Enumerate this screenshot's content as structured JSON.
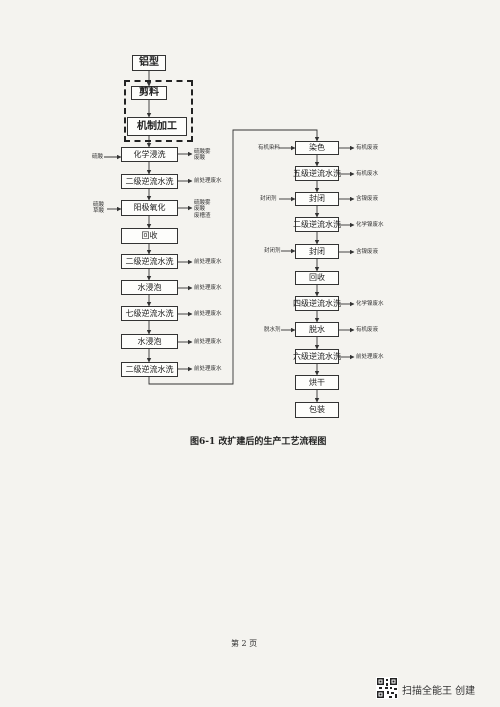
{
  "flow_left": {
    "raw_material": "铝型",
    "pre_steps": [
      "剪料",
      "机制加工"
    ],
    "steps": [
      "化学浸洗",
      "二级逆流水洗",
      "阳极氧化",
      "回收",
      "二级逆流水洗",
      "水浸泡",
      "七级逆流水洗",
      "水浸泡",
      "二级逆流水洗"
    ]
  },
  "flow_right": {
    "steps": [
      "染色",
      "五级逆流水洗",
      "封闭",
      "二级逆流水洗",
      "封闭",
      "回收",
      "四级逆流水洗",
      "脱水",
      "六级逆流水洗",
      "烘干",
      "包装"
    ]
  },
  "annotations_left": {
    "in_chem": "硫酸",
    "out_chem": [
      "硫酸雾",
      "废酸"
    ],
    "out_wash1": "前处理废水",
    "in_anod": [
      "硫酸",
      "草酸"
    ],
    "out_anod": [
      "硫酸雾",
      "废酸",
      "废槽渣"
    ],
    "out_wash2": "前处理废水",
    "out_soak1": "前处理废水",
    "out_wash7": "前处理废水",
    "out_soak2": "前处理废水",
    "out_wash3": "前处理废水"
  },
  "annotations_right": {
    "in_dye": "有机染料",
    "out_dye": "有机废液",
    "out_wash5": "有机废水",
    "in_seal1": "封闭剂",
    "out_seal1": "含镍废液",
    "out_wash2r": "化学镍废水",
    "in_seal2": "封闭剂",
    "out_seal2": "含镍废液",
    "out_wash4": "化学镍废水",
    "in_dehyd": "脱水剂",
    "out_dehyd": "有机废液",
    "out_wash6": "前处理废水"
  },
  "caption": "图6-1  改扩建后的生产工艺流程图",
  "page_number": "第 2 页",
  "watermark": "扫描全能王  创建"
}
